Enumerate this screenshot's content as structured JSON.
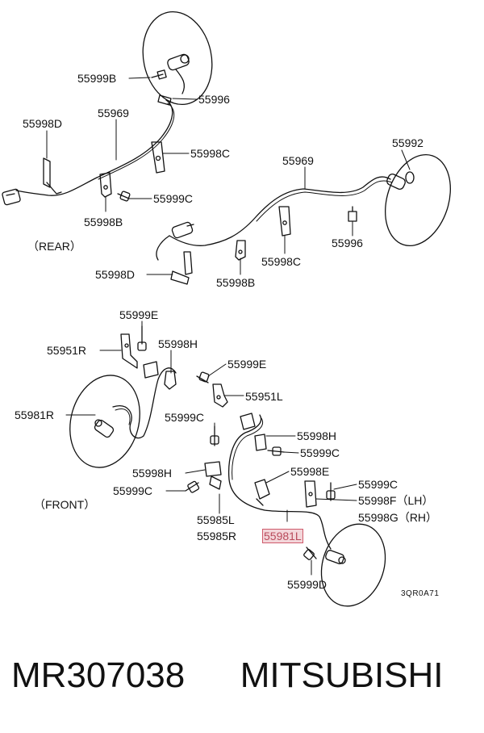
{
  "labels": {
    "p55999B": "55999B",
    "p55996_top": "55996",
    "p55998D_top": "55998D",
    "p55969_left": "55969",
    "p55998C_top": "55998C",
    "p55999C_top": "55999C",
    "p55998B_left": "55998B",
    "rear": "（REAR）",
    "p55969_right": "55969",
    "p55992": "55992",
    "p55996_right": "55996",
    "p55998C_right": "55998C",
    "p55998D_right": "55998D",
    "p55998B_right": "55998B",
    "p55999E_top": "55999E",
    "p55951R": "55951R",
    "p55998H_top": "55998H",
    "p55999E_mid": "55999E",
    "p55951L": "55951L",
    "p55981R": "55981R",
    "p55999C_mid": "55999C",
    "p55998H_right": "55998H",
    "p55999C_right": "55999C",
    "p55998H_left": "55998H",
    "p55998E": "55998E",
    "p55999C_left": "55999C",
    "p55999C_far": "55999C",
    "front": "（FRONT）",
    "p55998F": "55998F（LH）",
    "p55985L": "55985L",
    "p55998G": "55998G（RH）",
    "p55985R": "55985R",
    "p55981L": "55981L",
    "p55999D": "55999D",
    "ref": "3QR0A71"
  },
  "caption": {
    "part_number": "MR307038",
    "brand": "MITSUBISHI"
  },
  "colors": {
    "ink": "#111111",
    "highlight": "#cf5b6c"
  }
}
